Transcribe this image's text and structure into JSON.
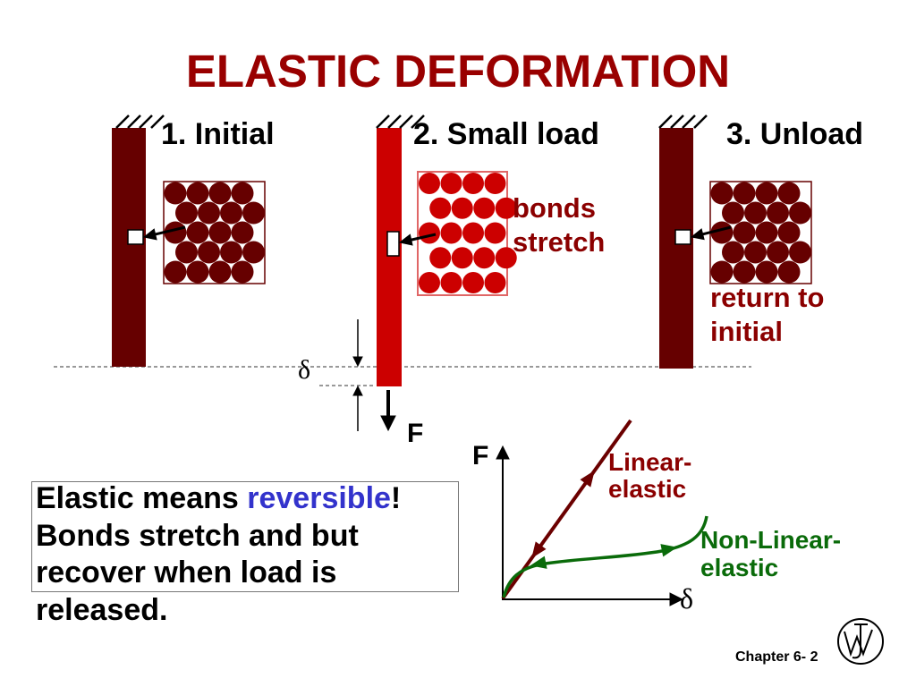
{
  "slide": {
    "title": "ELASTIC DEFORMATION",
    "footer": "Chapter 6- 2",
    "logo_icon": "wiley-logo"
  },
  "stages": [
    {
      "label": "1. Initial"
    },
    {
      "label": "2. Small load",
      "annotation": [
        "bonds",
        "stretch"
      ]
    },
    {
      "label": "3. Unload",
      "annotation": [
        "return to",
        "initial"
      ]
    }
  ],
  "deformation": {
    "displacement_symbol": "δ",
    "force_symbol": "F"
  },
  "graph": {
    "y_axis_label": "F",
    "x_axis_label": "δ",
    "linear_curve_label": [
      "Linear-",
      "elastic"
    ],
    "nonlinear_curve_label": [
      "Non-Linear-",
      "elastic"
    ]
  },
  "summary": {
    "line1_start": "Elastic means ",
    "line1_highlight": "reversible",
    "line1_end": "!",
    "line2": "Bonds stretch and but",
    "line3": "recover when load is",
    "line4": "released."
  },
  "colors": {
    "title": "#990000",
    "annotation": "#8B0000",
    "bar_unloaded": "#660000",
    "bar_loaded": "#CC0000",
    "atom_unloaded": "#660000",
    "atom_loaded": "#CC0000",
    "lattice_box_loaded": "#E06666",
    "linear_curve": "#6B0000",
    "nonlinear_curve": "#0A6B0A",
    "highlight": "#3333CC"
  }
}
